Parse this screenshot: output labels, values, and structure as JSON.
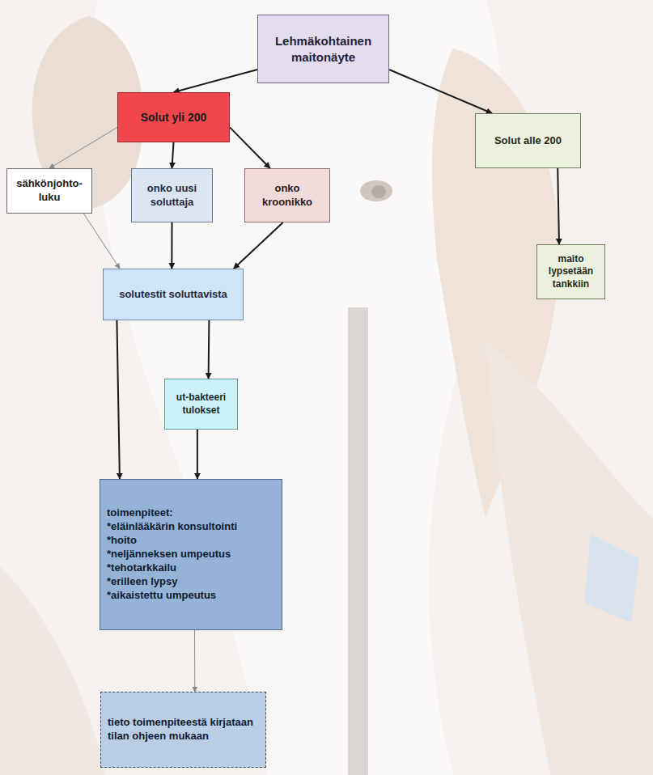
{
  "diagram": {
    "nodes": [
      {
        "text": [
          "Lehmäkohtainen maitonäyte"
        ]
      },
      {
        "text": [
          "Solut yli 200"
        ]
      },
      {
        "text": [
          "Solut alle 200"
        ]
      },
      {
        "text": [
          "sähkönjohto-luku"
        ]
      },
      {
        "text": [
          "onko uusi soluttaja"
        ]
      },
      {
        "text": [
          "onko kroonikko"
        ]
      },
      {
        "text": [
          "maito lypsetään tankkiin"
        ]
      },
      {
        "text": [
          "solutestit soluttavista"
        ]
      },
      {
        "text": [
          "ut-bakteeri tulokset"
        ]
      },
      {
        "text": [
          "toimenpiteet:",
          "*eläinlääkärin konsultointi",
          "*hoito",
          "*neljänneksen umpeutus",
          "*tehotarkkailu",
          "*erilleen lypsy",
          "*aikaistettu umpeutus"
        ]
      },
      {
        "text": [
          "tieto toimenpiteestä kirjataan tilan ohjeen mukaan"
        ]
      }
    ],
    "edges": [
      {
        "from": 0,
        "to": 1,
        "arrow": "to"
      },
      {
        "from": 0,
        "to": 2,
        "arrow": "to"
      },
      {
        "from": 1,
        "to": 3,
        "arrow": "to"
      },
      {
        "from": 1,
        "to": 4,
        "arrow": "to"
      },
      {
        "from": 1,
        "to": 5,
        "arrow": "to"
      },
      {
        "from": 2,
        "to": 6,
        "arrow": "to"
      },
      {
        "from": 3,
        "to": 7,
        "arrow": "to"
      },
      {
        "from": 4,
        "to": 7,
        "arrow": "to"
      },
      {
        "from": 5,
        "to": 7,
        "arrow": "to"
      },
      {
        "from": 7,
        "to": 9,
        "arrow": "to"
      },
      {
        "from": 7,
        "to": 8,
        "arrow": "to"
      },
      {
        "from": 8,
        "to": 9,
        "arrow": "to"
      },
      {
        "from": 9,
        "to": 10,
        "arrow": "to"
      }
    ]
  }
}
